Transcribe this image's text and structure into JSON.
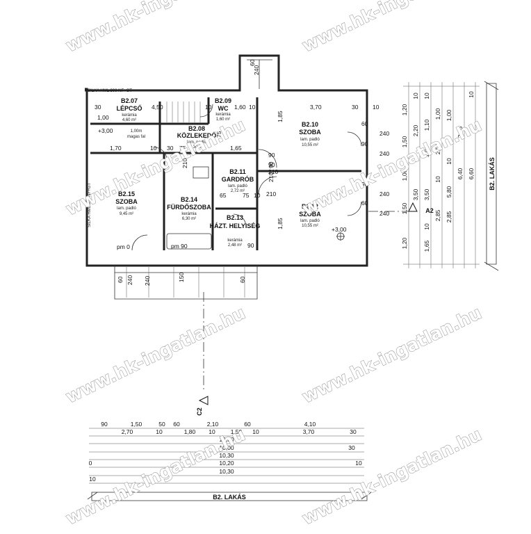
{
  "watermark_text": "www.hk-ingatlan.hu",
  "apartment_label": "B2. LAKÁS",
  "section_labels": {
    "a2": "A2",
    "c2": "C2"
  },
  "rooms": [
    {
      "code": "B2.07",
      "name": "LÉPCSŐ",
      "material": "kerámia",
      "area": "4,60 m²"
    },
    {
      "code": "B2.09",
      "name": "WC",
      "material": "kerámia",
      "area": "1,60 m²"
    },
    {
      "code": "B2.08",
      "name": "KÖZLEKEDŐ",
      "material": "lam. padló",
      "area": "7,30 m²"
    },
    {
      "code": "B2.10",
      "name": "SZOBA",
      "material": "lam. padló",
      "area": "10,55 m²"
    },
    {
      "code": "B2.11",
      "name": "GARDRÓB",
      "material": "lam. padló",
      "area": "2,72 m²"
    },
    {
      "code": "B2.15",
      "name": "SZOBA",
      "material": "lam. padló",
      "area": "9,45 m²"
    },
    {
      "code": "B2.14",
      "name": "FÜRDŐSZOBA",
      "material": "kerámia",
      "area": "6,30 m²"
    },
    {
      "code": "B2.12",
      "name": "SZOBA",
      "material": "lam. padló",
      "area": "10,55 m²"
    },
    {
      "code": "B2.13",
      "name": "HÁZT. HELYISÉG",
      "material": "kerámia",
      "area": "2,48 m²"
    }
  ],
  "notes": {
    "level_left": "+3,00",
    "level_right": "+3,00",
    "wall_height": "1,00m",
    "wall_height_note": "magas fal",
    "silka_top": "SILKA HML 300 NF+GT",
    "silka_left": "SILKA HML 300 NF+GT",
    "pm": "pm 0",
    "pm90": "pm 90"
  },
  "dims_plan": [
    "1,00",
    "30",
    "4,50",
    "10",
    "1,60",
    "10",
    "3,70",
    "30",
    "10",
    "1,70",
    "10",
    "30",
    "75",
    "1,65",
    "90",
    "60",
    "240",
    "90",
    "240",
    "90",
    "210",
    "210",
    "65",
    "75",
    "10",
    "90",
    "210",
    "60",
    "240",
    "90",
    "240",
    "1,85",
    "1,85",
    "60",
    "240",
    "60",
    "240",
    "150",
    "60",
    "90",
    "240",
    "210",
    "75"
  ],
  "dims_bottom": {
    "row1": [
      "90",
      "1,50",
      "50",
      "60",
      "2,10",
      "60",
      "4,10"
    ],
    "row2": [
      "2,70",
      "10",
      "1,80",
      "10",
      "1,50",
      "10",
      "3,70",
      "30"
    ],
    "row3": [
      "10,30"
    ],
    "row4": [
      "10,00",
      "30"
    ],
    "row5": [
      "10,30"
    ],
    "row6": [
      "0",
      "10,20",
      "10"
    ],
    "row7": [
      "10,30"
    ],
    "row8": [
      "10"
    ]
  },
  "dims_right": {
    "col1": [
      "1,20",
      "1,50",
      "1,00",
      "1,50",
      "1,20"
    ],
    "col2": [
      "10",
      "2,20",
      "3,50"
    ],
    "col3": [
      "10",
      "1,10",
      "1,00",
      "3,50",
      "10",
      "1,65"
    ],
    "col4": [
      "1,00",
      "2,95",
      "10",
      "2,85"
    ],
    "col5": [
      "1,00",
      "10",
      "5,80",
      "2,85"
    ],
    "col6": [
      "2,85",
      "6,40"
    ],
    "col7": [
      "10",
      "6,60"
    ]
  }
}
